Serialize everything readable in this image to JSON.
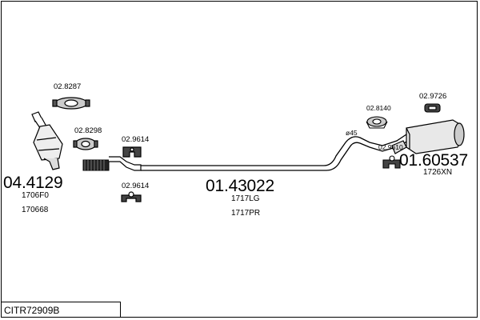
{
  "diagram_code": "CITR72909B",
  "parts": {
    "catalyst": {
      "number": "04.4129",
      "refs": [
        "1706F0",
        "170668"
      ]
    },
    "middle_pipe": {
      "number": "01.43022",
      "refs": [
        "1717LG",
        "1717PR"
      ]
    },
    "rear_silencer": {
      "number": "01.60537",
      "refs": [
        "1726XN"
      ]
    }
  },
  "fittings": {
    "clamp_top": "02.8287",
    "clamp_lower": "02.8298",
    "hanger_upper": "02.9614",
    "hanger_lower": "02.9614",
    "clamp_rear": "02.8140",
    "bracket_rear": "02.9726",
    "hanger_rear": "02.9610"
  },
  "pipe_diameter": "ø45"
}
